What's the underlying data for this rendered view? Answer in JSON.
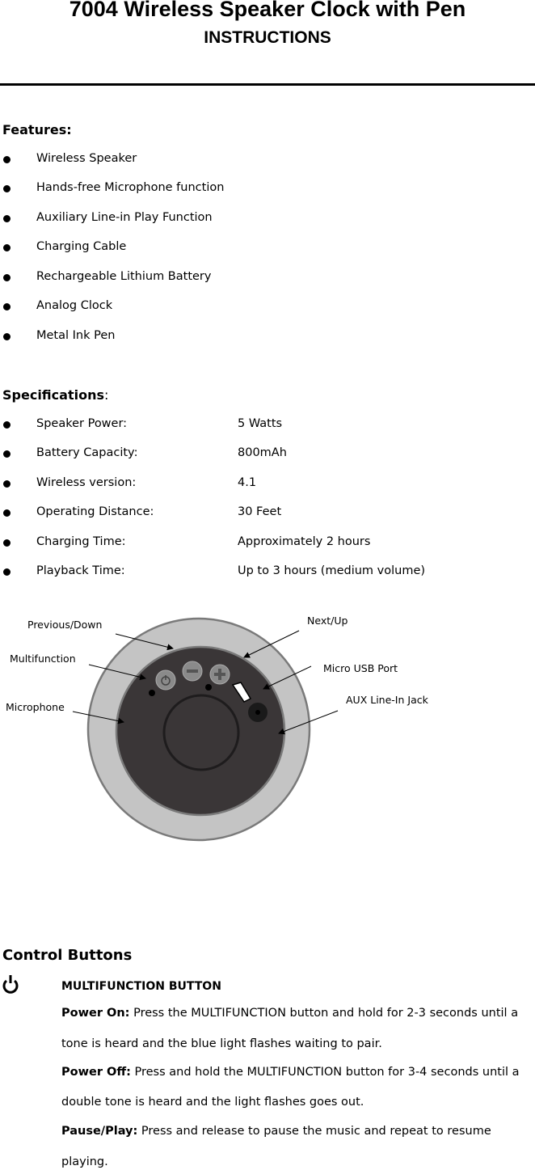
{
  "header": {
    "title": "7004 Wireless Speaker Clock with Pen",
    "subtitle": "INSTRUCTIONS"
  },
  "features": {
    "heading": "Features:",
    "items": [
      "Wireless Speaker",
      "Hands-free Microphone function",
      "Auxiliary Line-in Play Function",
      "Charging Cable",
      "Rechargeable Lithium Battery",
      "Analog Clock",
      "Metal Ink Pen"
    ]
  },
  "specifications": {
    "heading": "Specifications",
    "heading_suffix": ":",
    "items": [
      {
        "label": "Speaker Power:",
        "value": "5 Watts"
      },
      {
        "label": "Battery Capacity:",
        "value": "800mAh"
      },
      {
        "label": "Wireless version:",
        "value": "4.1"
      },
      {
        "label": "Operating Distance:",
        "value": "30 Feet"
      },
      {
        "label": "Charging Time:",
        "value": "Approximately 2 hours"
      },
      {
        "label": "Playback Time:",
        "value": "Up to 3 hours (medium volume)"
      }
    ]
  },
  "diagram": {
    "labels": {
      "previous": "Previous/Down",
      "next": "Next/Up",
      "multifunction": "Multifunction",
      "micro_usb": "Micro USB Port",
      "microphone": "Microphone",
      "aux": "AUX Line-In Jack"
    }
  },
  "controls": {
    "heading": "Control Buttons",
    "multifunction_title": "MULTIFUNCTION BUTTON",
    "power_on_label": "Power On:",
    "power_on_line1": " Press the MULTIFUNCTION button and hold for 2-3 seconds until a",
    "power_on_line2": "tone is heard and the blue light flashes waiting to pair.",
    "power_off_label": "Power Off:",
    "power_off_line1": " Press and hold the MULTIFUNCTION button for 3-4 seconds until a",
    "power_off_line2": "double tone is heard and the light flashes goes out.",
    "pause_label": "Pause/Play:",
    "pause_line1": " Press and release to pause the music and repeat to resume",
    "pause_line2": "playing."
  }
}
